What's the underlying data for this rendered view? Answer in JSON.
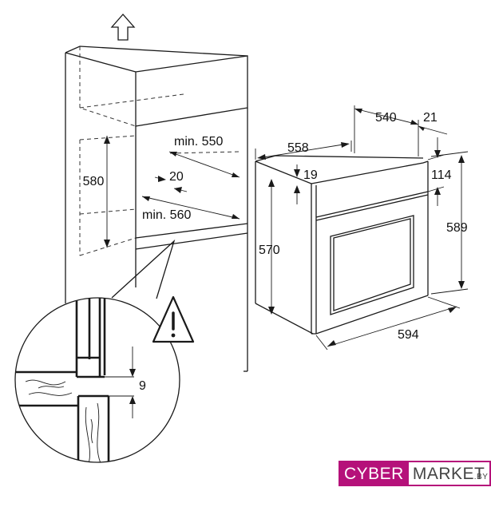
{
  "dimensions": {
    "niche_depth": "min. 550",
    "niche_height": "580",
    "niche_gap": "20",
    "niche_width": "min. 560",
    "oven_depth_total": "558",
    "oven_depth_body": "540",
    "oven_front_offset": "21",
    "oven_top_offset": "19",
    "oven_panel_height": "114",
    "oven_height": "589",
    "oven_body_height": "570",
    "oven_width": "594",
    "detail_gap": "9"
  },
  "icons": {
    "ventilation": "up-arrow-icon",
    "warning": "warning-triangle-icon"
  },
  "colors": {
    "brand": "#b5117a",
    "line": "#1a1a1a"
  },
  "logo": {
    "part1": "CYBER",
    "part2": "MARKET",
    "suffix": ".BY"
  }
}
